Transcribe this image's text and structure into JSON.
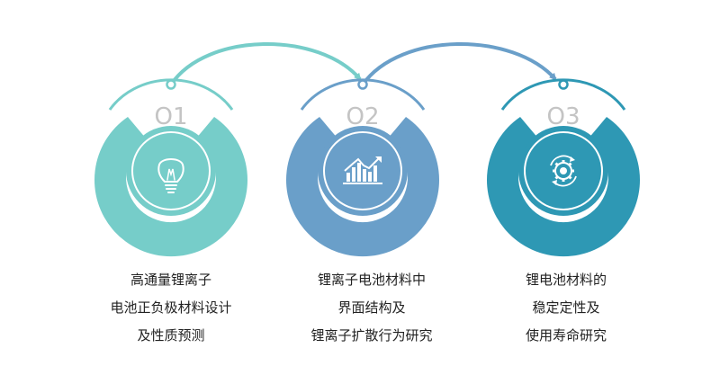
{
  "steps": [
    {
      "number": "O1",
      "icon": "lightbulb-icon",
      "color": "#76cdc9",
      "lines": [
        "高通量锂离子",
        "电池正负极材料设计",
        "及性质预测"
      ]
    },
    {
      "number": "O2",
      "icon": "bar-chart-trend-icon",
      "color": "#6a9fc9",
      "lines": [
        "锂离子电池材料中",
        "界面结构及",
        "锂离子扩散行为研究"
      ]
    },
    {
      "number": "O3",
      "icon": "cycle-gear-icon",
      "color": "#2e98b4",
      "lines": [
        "锂电池材料的",
        "稳定定性及",
        "使用寿命研究"
      ]
    }
  ],
  "colors": {
    "number_text": "#c4c4c4",
    "icon_stroke": "#ffffff",
    "caption_text": "#222222"
  }
}
